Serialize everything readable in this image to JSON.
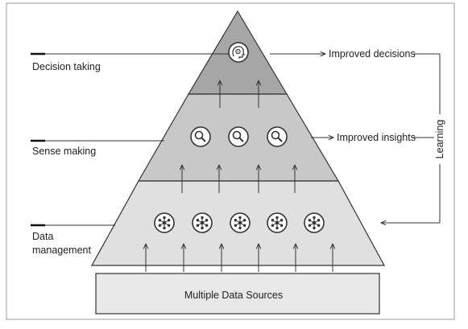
{
  "levels": [
    {
      "label_lines": [
        "Decision taking"
      ],
      "output": "Improved decisions"
    },
    {
      "label_lines": [
        "Sense making"
      ],
      "output": "Improved insights"
    },
    {
      "label_lines": [
        "Data",
        "management"
      ],
      "output": ""
    }
  ],
  "base": {
    "label": "Multiple Data Sources"
  },
  "feedback": {
    "label": "Learning"
  },
  "icons": {
    "top": "brain-gear-icon",
    "middle": "magnifier-icon",
    "bottom": "network-hub-icon"
  },
  "colors": {
    "top_fill": "#a6a6a6",
    "middle_fill": "#c8c8c8",
    "bottom_fill": "#e0e0e0",
    "base_fill": "#e8e8e8",
    "stroke": "#333333"
  }
}
